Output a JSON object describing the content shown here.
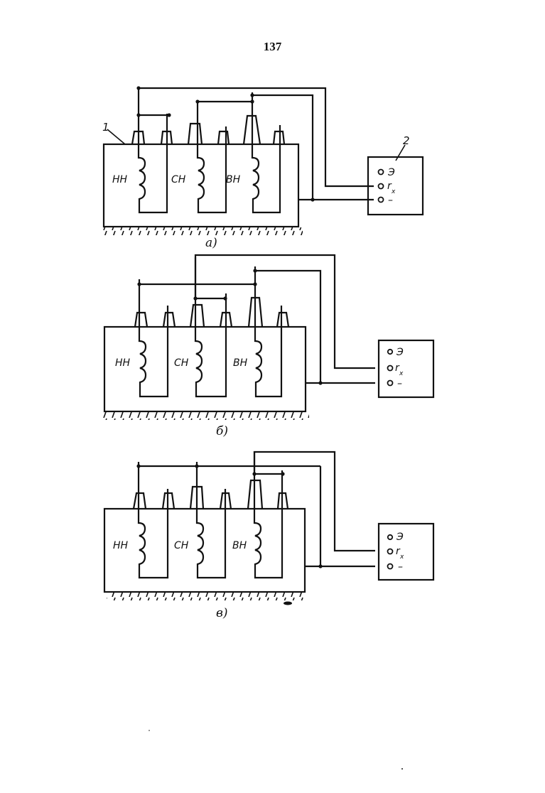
{
  "page": {
    "number": "137"
  },
  "labels": {
    "tank_ref": "1",
    "device_ref": "2"
  },
  "windings": [
    {
      "id": "lv",
      "label": "НН"
    },
    {
      "id": "mv",
      "label": "СН"
    },
    {
      "id": "hv",
      "label": "ВН"
    }
  ],
  "device_terminals": [
    {
      "id": "earth",
      "label": "Э"
    },
    {
      "id": "rx",
      "label": "r",
      "sub": "x"
    },
    {
      "id": "minus",
      "label": "–"
    }
  ],
  "diagrams": [
    {
      "id": "a",
      "caption": "а)",
      "measured_winding": "НН",
      "grounded_windings": [
        "СН",
        "ВН"
      ]
    },
    {
      "id": "b",
      "caption": "б)",
      "measured_winding": "СН",
      "grounded_windings": [
        "НН",
        "ВН"
      ]
    },
    {
      "id": "v",
      "caption": "в)",
      "measured_winding": "ВН",
      "grounded_windings": [
        "НН",
        "СН"
      ]
    }
  ]
}
